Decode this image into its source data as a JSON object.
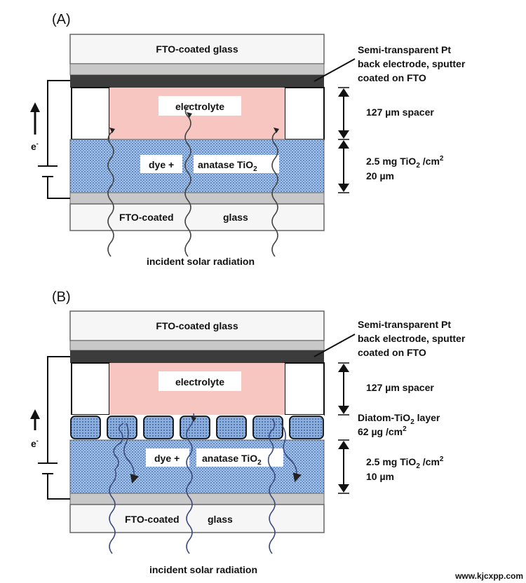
{
  "panel_a": {
    "tag": "(A)",
    "top_glass": "FTO-coated glass",
    "pt_line1": "Semi-transparent  Pt",
    "pt_line2": "back electrode, sputter",
    "pt_line3": "coated on FTO",
    "electrolyte": "electrolyte",
    "spacer": "127 µm spacer",
    "dye_left": "dye +",
    "dye_right": "anatase TiO",
    "dye_sub": "2",
    "tio2_line1": "2.5 mg TiO",
    "tio2_sub": "2",
    "tio2_unit": " /cm",
    "tio2_sup": "2",
    "thickness": "20 µm",
    "electron": "e",
    "electron_sup": "-",
    "bottom_glass_left": "FTO-coated",
    "bottom_glass_right": "glass",
    "incident": "incident solar radiation"
  },
  "panel_b": {
    "tag": "(B)",
    "top_glass": "FTO-coated glass",
    "pt_line1": "Semi-transparent  Pt",
    "pt_line2": "back electrode, sputter",
    "pt_line3": "coated on FTO",
    "electrolyte": "electrolyte",
    "spacer": "127 µm spacer",
    "diatom_line1": "Diatom-TiO",
    "diatom_sub": "2",
    "diatom_tail": " layer",
    "diatom_line2": "62 µg /cm",
    "diatom_sup": "2",
    "dye_left": "dye +",
    "dye_right": "anatase TiO",
    "dye_sub": "2",
    "tio2_line1": "2.5 mg TiO",
    "tio2_sub": "2",
    "tio2_unit": " /cm",
    "tio2_sup": "2",
    "thickness": "10 µm",
    "electron": "e",
    "electron_sup": "-",
    "bottom_glass_left": "FTO-coated",
    "bottom_glass_right": "glass",
    "incident": "incident solar radiation"
  },
  "watermark": "www.kjcxpp.com",
  "colors": {
    "glass": "#f6f6f6",
    "fto": "#c8c8c8",
    "pt_electrode": "#3c3c3c",
    "electrolyte": "#f7c6c0",
    "tio2": "#9fbfe6",
    "tio2_dots": "#2d5fa8",
    "diatom": "#8aa9d4"
  }
}
